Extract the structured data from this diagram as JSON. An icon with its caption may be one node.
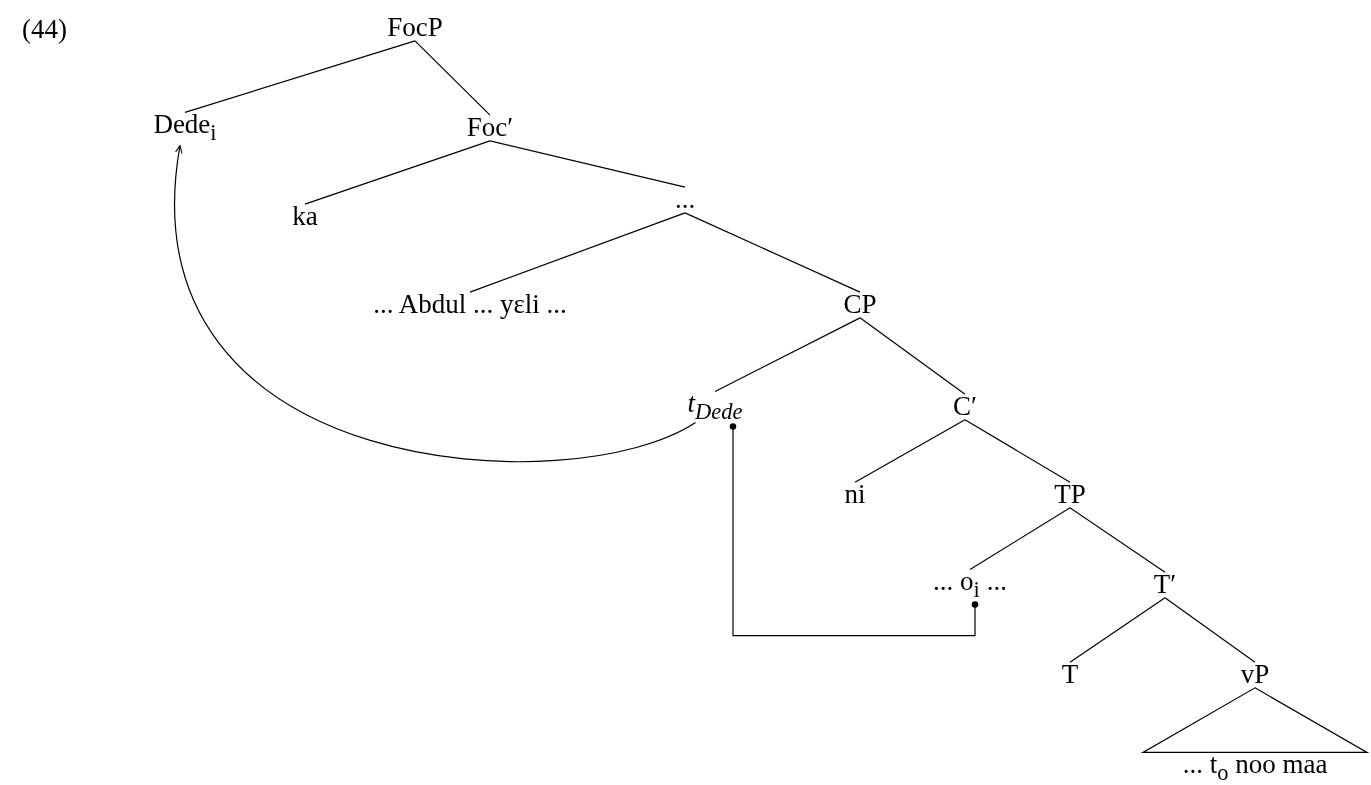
{
  "diagram": {
    "nodes": [
      {
        "text": [
          "FocP"
        ]
      },
      {
        "text": [
          "Dede$_{i}$"
        ]
      },
      {
        "text": [
          "Foc′"
        ]
      },
      {
        "text": [
          "ka"
        ]
      },
      {
        "text": [
          "..."
        ]
      },
      {
        "text": [
          "... Abdul ... yεli ..."
        ]
      },
      {
        "text": [
          "CP"
        ]
      },
      {
        "text": [
          "t$_{Dede}$"
        ]
      },
      {
        "text": [
          "C′"
        ]
      },
      {
        "text": [
          "ni"
        ]
      },
      {
        "text": [
          "TP"
        ]
      },
      {
        "text": [
          "... o$_{i}$ ..."
        ]
      },
      {
        "text": [
          "T′"
        ]
      },
      {
        "text": [
          "T"
        ]
      },
      {
        "text": [
          "vP"
        ]
      },
      {
        "text": [
          "... t$_{o}$ noo maa"
        ]
      }
    ],
    "edges": [
      {
        "from": 0,
        "to": 1,
        "arrow": "none"
      },
      {
        "from": 0,
        "to": 2,
        "arrow": "none"
      },
      {
        "from": 2,
        "to": 3,
        "arrow": "none"
      },
      {
        "from": 2,
        "to": 4,
        "arrow": "none"
      },
      {
        "from": 4,
        "to": 5,
        "arrow": "none"
      },
      {
        "from": 4,
        "to": 6,
        "arrow": "none"
      },
      {
        "from": 6,
        "to": 7,
        "arrow": "none"
      },
      {
        "from": 6,
        "to": 8,
        "arrow": "none"
      },
      {
        "from": 8,
        "to": 9,
        "arrow": "none"
      },
      {
        "from": 8,
        "to": 10,
        "arrow": "none"
      },
      {
        "from": 10,
        "to": 11,
        "arrow": "none"
      },
      {
        "from": 10,
        "to": 12,
        "arrow": "none"
      },
      {
        "from": 12,
        "to": 13,
        "arrow": "none"
      },
      {
        "from": 12,
        "to": 14,
        "arrow": "none"
      },
      {
        "from": 14,
        "to": 15,
        "arrow": "none"
      },
      {
        "from": 7,
        "to": 1,
        "arrow": "to"
      },
      {
        "from": 7,
        "to": 11,
        "arrow": "other"
      }
    ],
    "labels": [
      "(44)"
    ]
  }
}
